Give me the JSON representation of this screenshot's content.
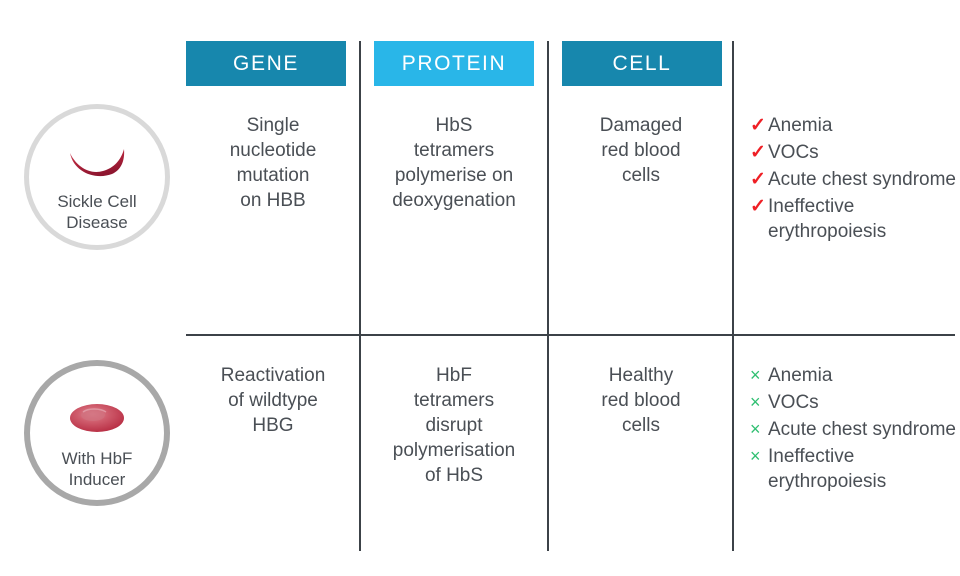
{
  "figure": {
    "type": "comparison-table",
    "accent_colors": {
      "gene_header": "#1787ad",
      "protein_header": "#29b6e8",
      "cell_header": "#1787ad",
      "rule": "#3c4248",
      "check_mark": "#ef1f25",
      "cross_mark": "#2fbf71",
      "text": "#4a4f55",
      "sickle_cell_art": "#b3243b",
      "healthy_cell_art": "#c94a5a",
      "ring_row1": "#d9d9d9",
      "ring_row2": "#a8a8a8"
    }
  },
  "columns": [
    {
      "id": "gene",
      "label": "GENE",
      "color": "#1787ad"
    },
    {
      "id": "protein",
      "label": "PROTEIN",
      "color": "#29b6e8"
    },
    {
      "id": "cell",
      "label": "CELL",
      "color": "#1787ad"
    }
  ],
  "rows": [
    {
      "id": "sickle-cell-disease",
      "badge": {
        "label": "Sickle Cell\nDisease",
        "label_lines": [
          "Sickle Cell",
          "Disease"
        ],
        "icon": "sickle-red-blood-cell-icon",
        "ring_color": "#d9d9d9"
      },
      "gene": "Single nucleotide mutation on HBB",
      "gene_lines": [
        "Single",
        "nucleotide",
        "mutation",
        "on HBB"
      ],
      "protein": "HbS tetramers polymerise on deoxygenation",
      "protein_lines": [
        "HbS",
        "tetramers",
        "polymerise on",
        "deoxygenation"
      ],
      "cell": "Damaged red blood cells",
      "cell_lines": [
        "Damaged",
        "red blood",
        "cells"
      ],
      "symptoms": [
        {
          "mark": "check-icon",
          "glyph": "✓",
          "label": "Anemia"
        },
        {
          "mark": "check-icon",
          "glyph": "✓",
          "label": "VOCs"
        },
        {
          "mark": "check-icon",
          "glyph": "✓",
          "label": "Acute chest syndrome"
        },
        {
          "mark": "check-icon",
          "glyph": "✓",
          "label": "Ineffective erythropoiesis"
        }
      ]
    },
    {
      "id": "with-hbf-inducer",
      "badge": {
        "label": "With HbF\nInducer",
        "label_lines": [
          "With HbF",
          "Inducer"
        ],
        "icon": "healthy-red-blood-cell-icon",
        "ring_color": "#a8a8a8"
      },
      "gene": "Reactivation of wildtype HBG",
      "gene_lines": [
        "Reactivation",
        "of wildtype",
        "HBG"
      ],
      "protein": "HbF tetramers disrupt polymerisation of HbS",
      "protein_lines": [
        "HbF",
        "tetramers",
        "disrupt",
        "polymerisation",
        "of HbS"
      ],
      "cell": "Healthy red blood cells",
      "cell_lines": [
        "Healthy",
        "red blood",
        "cells"
      ],
      "symptoms": [
        {
          "mark": "cross-icon",
          "glyph": "×",
          "label": "Anemia"
        },
        {
          "mark": "cross-icon",
          "glyph": "×",
          "label": "VOCs"
        },
        {
          "mark": "cross-icon",
          "glyph": "×",
          "label": "Acute chest syndrome"
        },
        {
          "mark": "cross-icon",
          "glyph": "×",
          "label": "Ineffective erythropoiesis"
        }
      ]
    }
  ]
}
